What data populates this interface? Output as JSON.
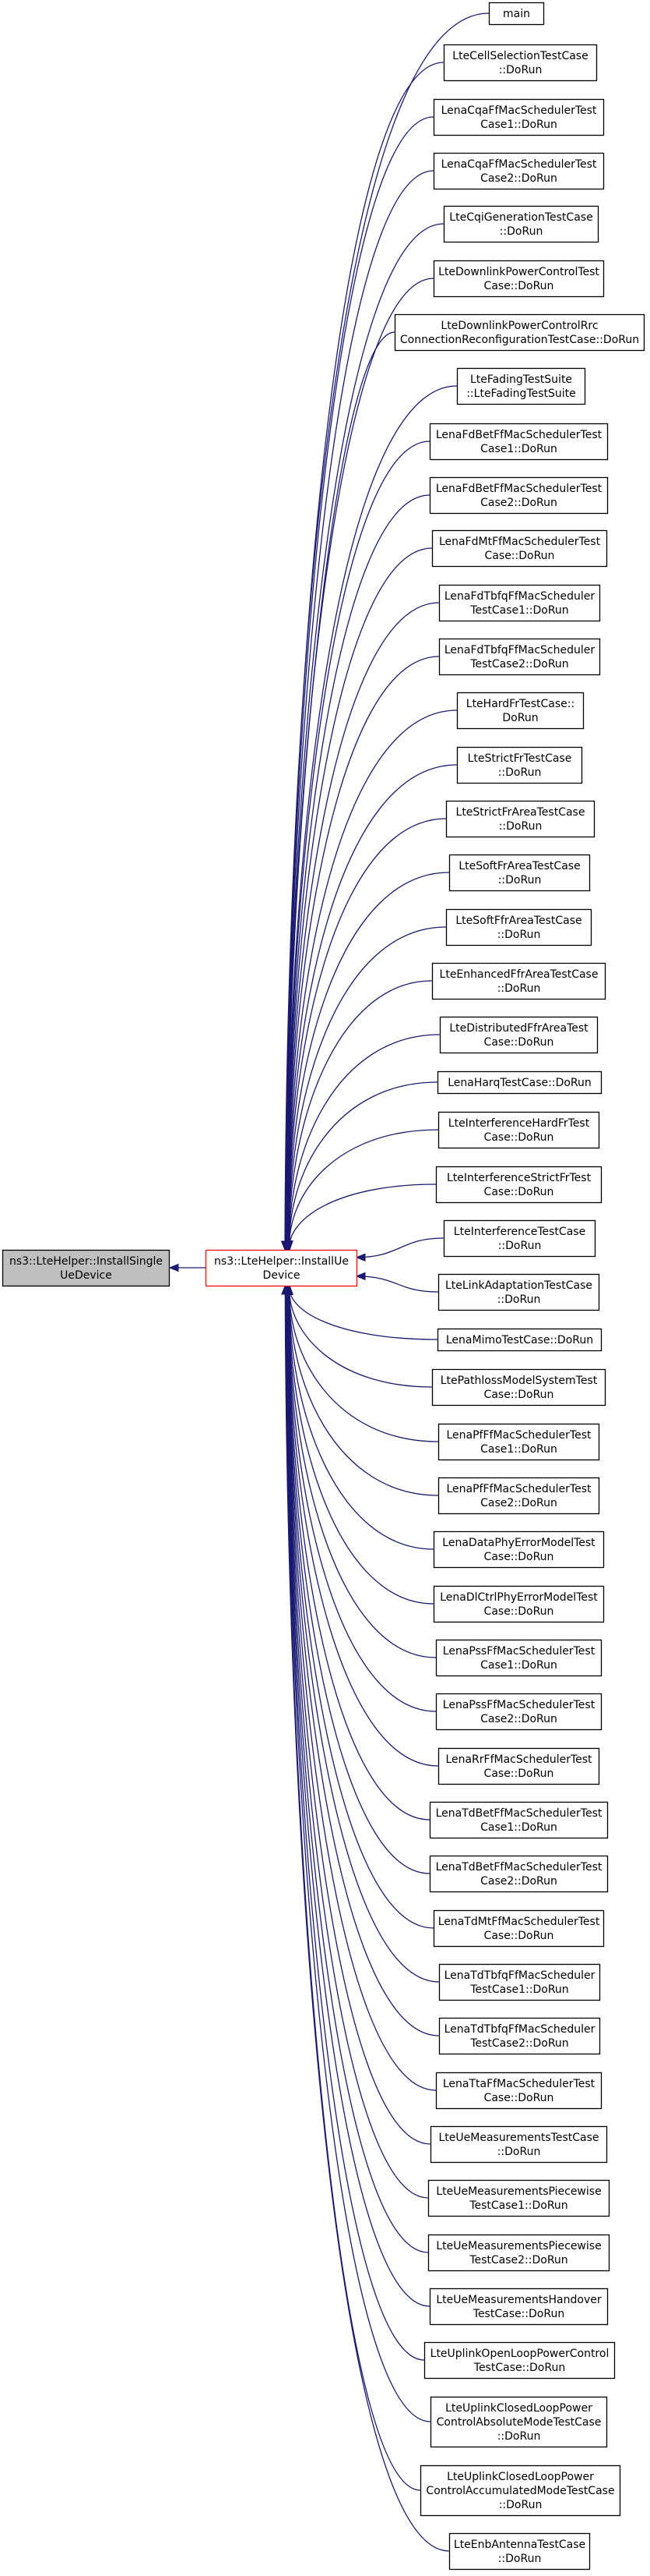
{
  "diagram": {
    "focus_node": {
      "id": "focus",
      "lines": [
        "ns3::LteHelper::InstallSingle",
        "UeDevice"
      ]
    },
    "center_node": {
      "id": "center",
      "lines": [
        "ns3::LteHelper::InstallUe",
        "Device"
      ]
    },
    "callers": [
      {
        "id": "main",
        "lines": [
          "main"
        ]
      },
      {
        "id": "LteCellSelectionTestCase",
        "lines": [
          "LteCellSelectionTestCase",
          "::DoRun"
        ]
      },
      {
        "id": "LenaCqaFfMacSchedulerTestCase1",
        "lines": [
          "LenaCqaFfMacSchedulerTest",
          "Case1::DoRun"
        ]
      },
      {
        "id": "LenaCqaFfMacSchedulerTestCase2",
        "lines": [
          "LenaCqaFfMacSchedulerTest",
          "Case2::DoRun"
        ]
      },
      {
        "id": "LteCqiGenerationTestCase",
        "lines": [
          "LteCqiGenerationTestCase",
          "::DoRun"
        ]
      },
      {
        "id": "LteDownlinkPowerControlTestCase",
        "lines": [
          "LteDownlinkPowerControlTest",
          "Case::DoRun"
        ]
      },
      {
        "id": "LteDownlinkPowerControlRrcConnectionReconfigurationTestCase",
        "lines": [
          "LteDownlinkPowerControlRrc",
          "ConnectionReconfigurationTestCase::DoRun"
        ]
      },
      {
        "id": "LteFadingTestSuite",
        "lines": [
          "LteFadingTestSuite",
          "::LteFadingTestSuite"
        ]
      },
      {
        "id": "LenaFdBetFfMacSchedulerTestCase1",
        "lines": [
          "LenaFdBetFfMacSchedulerTest",
          "Case1::DoRun"
        ]
      },
      {
        "id": "LenaFdBetFfMacSchedulerTestCase2",
        "lines": [
          "LenaFdBetFfMacSchedulerTest",
          "Case2::DoRun"
        ]
      },
      {
        "id": "LenaFdMtFfMacSchedulerTestCase",
        "lines": [
          "LenaFdMtFfMacSchedulerTest",
          "Case::DoRun"
        ]
      },
      {
        "id": "LenaFdTbfqFfMacSchedulerTestCase1",
        "lines": [
          "LenaFdTbfqFfMacScheduler",
          "TestCase1::DoRun"
        ]
      },
      {
        "id": "LenaFdTbfqFfMacSchedulerTestCase2",
        "lines": [
          "LenaFdTbfqFfMacScheduler",
          "TestCase2::DoRun"
        ]
      },
      {
        "id": "LteHardFrTestCase",
        "lines": [
          "LteHardFrTestCase::",
          "DoRun"
        ]
      },
      {
        "id": "LteStrictFrTestCase",
        "lines": [
          "LteStrictFrTestCase",
          "::DoRun"
        ]
      },
      {
        "id": "LteStrictFrAreaTestCase",
        "lines": [
          "LteStrictFrAreaTestCase",
          "::DoRun"
        ]
      },
      {
        "id": "LteSoftFrAreaTestCase",
        "lines": [
          "LteSoftFrAreaTestCase",
          "::DoRun"
        ]
      },
      {
        "id": "LteSoftFfrAreaTestCase",
        "lines": [
          "LteSoftFfrAreaTestCase",
          "::DoRun"
        ]
      },
      {
        "id": "LteEnhancedFfrAreaTestCase",
        "lines": [
          "LteEnhancedFfrAreaTestCase",
          "::DoRun"
        ]
      },
      {
        "id": "LteDistributedFfrAreaTestCase",
        "lines": [
          "LteDistributedFfrAreaTest",
          "Case::DoRun"
        ]
      },
      {
        "id": "LenaHarqTestCase",
        "lines": [
          "LenaHarqTestCase::DoRun"
        ]
      },
      {
        "id": "LteInterferenceHardFrTestCase",
        "lines": [
          "LteInterferenceHardFrTest",
          "Case::DoRun"
        ]
      },
      {
        "id": "LteInterferenceStrictFrTestCase",
        "lines": [
          "LteInterferenceStrictFrTest",
          "Case::DoRun"
        ]
      },
      {
        "id": "LteInterferenceTestCase",
        "lines": [
          "LteInterferenceTestCase",
          "::DoRun"
        ]
      },
      {
        "id": "LteLinkAdaptationTestCase",
        "lines": [
          "LteLinkAdaptationTestCase",
          "::DoRun"
        ]
      },
      {
        "id": "LenaMimoTestCase",
        "lines": [
          "LenaMimoTestCase::DoRun"
        ]
      },
      {
        "id": "LtePathlossModelSystemTestCase",
        "lines": [
          "LtePathlossModelSystemTest",
          "Case::DoRun"
        ]
      },
      {
        "id": "LenaPfFfMacSchedulerTestCase1",
        "lines": [
          "LenaPfFfMacSchedulerTest",
          "Case1::DoRun"
        ]
      },
      {
        "id": "LenaPfFfMacSchedulerTestCase2",
        "lines": [
          "LenaPfFfMacSchedulerTest",
          "Case2::DoRun"
        ]
      },
      {
        "id": "LenaDataPhyErrorModelTestCase",
        "lines": [
          "LenaDataPhyErrorModelTest",
          "Case::DoRun"
        ]
      },
      {
        "id": "LenaDlCtrlPhyErrorModelTestCase",
        "lines": [
          "LenaDlCtrlPhyErrorModelTest",
          "Case::DoRun"
        ]
      },
      {
        "id": "LenaPssFfMacSchedulerTestCase1",
        "lines": [
          "LenaPssFfMacSchedulerTest",
          "Case1::DoRun"
        ]
      },
      {
        "id": "LenaPssFfMacSchedulerTestCase2",
        "lines": [
          "LenaPssFfMacSchedulerTest",
          "Case2::DoRun"
        ]
      },
      {
        "id": "LenaRrFfMacSchedulerTestCase",
        "lines": [
          "LenaRrFfMacSchedulerTest",
          "Case::DoRun"
        ]
      },
      {
        "id": "LenaTdBetFfMacSchedulerTestCase1",
        "lines": [
          "LenaTdBetFfMacSchedulerTest",
          "Case1::DoRun"
        ]
      },
      {
        "id": "LenaTdBetFfMacSchedulerTestCase2",
        "lines": [
          "LenaTdBetFfMacSchedulerTest",
          "Case2::DoRun"
        ]
      },
      {
        "id": "LenaTdMtFfMacSchedulerTestCase",
        "lines": [
          "LenaTdMtFfMacSchedulerTest",
          "Case::DoRun"
        ]
      },
      {
        "id": "LenaTdTbfqFfMacSchedulerTestCase1",
        "lines": [
          "LenaTdTbfqFfMacScheduler",
          "TestCase1::DoRun"
        ]
      },
      {
        "id": "LenaTdTbfqFfMacSchedulerTestCase2",
        "lines": [
          "LenaTdTbfqFfMacScheduler",
          "TestCase2::DoRun"
        ]
      },
      {
        "id": "LenaTtaFfMacSchedulerTestCase",
        "lines": [
          "LenaTtaFfMacSchedulerTest",
          "Case::DoRun"
        ]
      },
      {
        "id": "LteUeMeasurementsTestCase",
        "lines": [
          "LteUeMeasurementsTestCase",
          "::DoRun"
        ]
      },
      {
        "id": "LteUeMeasurementsPiecewiseTestCase1",
        "lines": [
          "LteUeMeasurementsPiecewise",
          "TestCase1::DoRun"
        ]
      },
      {
        "id": "LteUeMeasurementsPiecewiseTestCase2",
        "lines": [
          "LteUeMeasurementsPiecewise",
          "TestCase2::DoRun"
        ]
      },
      {
        "id": "LteUeMeasurementsHandoverTestCase",
        "lines": [
          "LteUeMeasurementsHandover",
          "TestCase::DoRun"
        ]
      },
      {
        "id": "LteUplinkOpenLoopPowerControlTestCase",
        "lines": [
          "LteUplinkOpenLoopPowerControl",
          "TestCase::DoRun"
        ]
      },
      {
        "id": "LteUplinkClosedLoopPowerControlAbsoluteModeTestCase",
        "lines": [
          "LteUplinkClosedLoopPower",
          "ControlAbsoluteModeTestCase",
          "::DoRun"
        ]
      },
      {
        "id": "LteUplinkClosedLoopPowerControlAccumulatedModeTestCase",
        "lines": [
          "LteUplinkClosedLoopPower",
          "ControlAccumulatedModeTestCase",
          "::DoRun"
        ]
      },
      {
        "id": "LteEnbAntennaTestCase",
        "lines": [
          "LteEnbAntennaTestCase",
          "::DoRun"
        ]
      }
    ]
  },
  "colors": {
    "edge": "#191970",
    "focus_fill": "#bfbfbf",
    "center_border": "#ff0000",
    "node_border": "#000000"
  }
}
